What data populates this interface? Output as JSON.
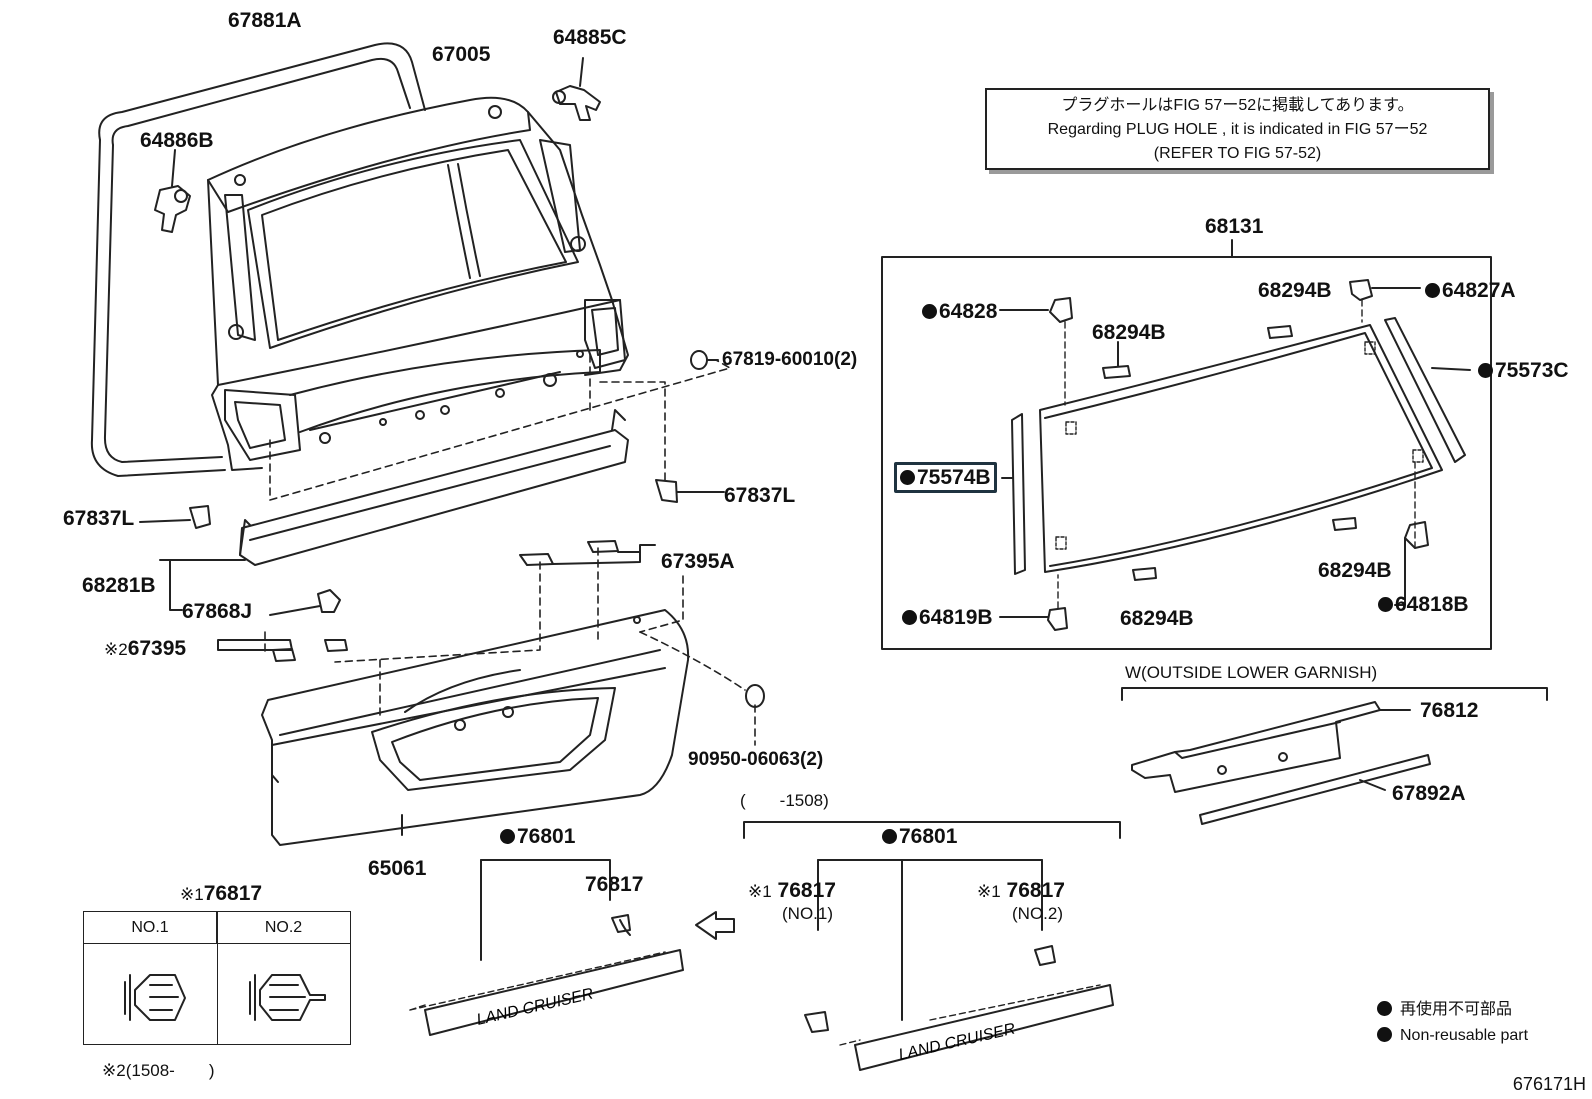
{
  "note": {
    "line1": "プラグホールはFIG 57ー52に掲載してあります。",
    "line2": "Regarding PLUG HOLE , it is indicated in FIG 57ー52",
    "line3": "(REFER TO FIG 57-52)"
  },
  "labels": {
    "p67881A": "67881A",
    "p67005": "67005",
    "p64885C": "64885C",
    "p64886B": "64886B",
    "p67819": "67819-60010(2)",
    "p67837L_left": "67837L",
    "p67837L_right": "67837L",
    "p68281B": "68281B",
    "p67868J": "67868J",
    "p67395A": "67395A",
    "p67395": "67395",
    "p67395_mark": "※2",
    "p90950": "90950-06063(2)",
    "p65061": "65061",
    "p68131": "68131",
    "p64828": "64828",
    "p68294B_a": "68294B",
    "p68294B_b": "68294B",
    "p68294B_c": "68294B",
    "p68294B_d": "68294B",
    "p64827A": "64827A",
    "p75573C": "75573C",
    "p75574B": "75574B",
    "p64819B": "64819B",
    "p64818B": "64818B",
    "garnish_title": "W(OUTSIDE LOWER GARNISH)",
    "p76812": "76812",
    "p67892A": "67892A",
    "range_1508": "(　　-1508)",
    "p76801_a": "76801",
    "p76801_b": "76801",
    "p76817_a": "76817",
    "p76817_no1": "76817",
    "p76817_no1_mark": "※1",
    "p76817_no1_sub": "(NO.1)",
    "p76817_no2": "76817",
    "p76817_no2_mark": "※1",
    "p76817_no2_sub": "(NO.2)",
    "p76817_table": "76817",
    "p76817_table_mark": "※1",
    "footnote2": "※2(1508-　　)",
    "emblem_text": "LAND CRUISER"
  },
  "table": {
    "col1": "NO.1",
    "col2": "NO.2"
  },
  "legend": {
    "line1": "再使用不可部品",
    "line2": "Non-reusable part"
  },
  "figure_code": "676171H"
}
